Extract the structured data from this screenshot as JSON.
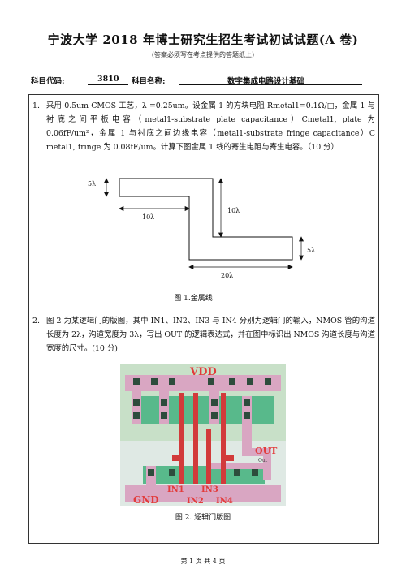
{
  "header": {
    "title_pre": "宁波大学 ",
    "title_year": "2018",
    "title_post": " 年博士研究生招生考试初试试题(A 卷)",
    "note": "(答案必须写在考点提供的答题纸上)",
    "code_label": "科目代码:",
    "code_value": "3810",
    "name_label": "科目名称:",
    "name_value": "数字集成电路设计基础"
  },
  "questions": [
    {
      "num": "1.",
      "text": "采用 0.5um CMOS 工艺，λ =0.25um。设金属 1 的方块电阻 Rmetal1=0.1Ω/□，金属 1 与衬底之间平板电容（metal1-substrate plate capacitance）Cmetal1, plate 为 0.06fF/um²，金属 1 与衬底之间边缘电容（metal1-substrate fringe capacitance）C metal1, fringe 为 0.08fF/um。计算下图金属 1 线的寄生电阻与寄生电容。（10 分）",
      "figure_caption": "图 1.金属线",
      "dims": {
        "a": "5λ",
        "b": "10λ",
        "c": "10λ",
        "d": "5λ",
        "e": "20λ"
      }
    },
    {
      "num": "2.",
      "text": "图 2 为某逻辑门的版图，其中 IN1、IN2、IN3 与 IN4 分别为逻辑门的输入，NMOS 管的沟道长度为 2λ，沟道宽度为 3λ，写出 OUT 的逻辑表达式，并在图中标识出 NMOS 沟道长度与沟道宽度的尺寸。(10 分)",
      "figure_caption": "图 2.  逻辑门版图",
      "layout_labels": {
        "vdd": "VDD",
        "gnd": "GND",
        "out": "OUT",
        "out_small": "Out",
        "in1": "IN1",
        "in2": "IN2",
        "in3": "IN3",
        "in4": "IN4"
      }
    }
  ],
  "footer": "第  1  页  共  4  页",
  "colors": {
    "poly_red": "#d23a3a",
    "metal_pink": "#d9a6c2",
    "diff_green": "#58b98b",
    "well_lightgreen": "#c8e0c8",
    "contact_dark": "#2d4c3c",
    "label_red": "#e23b3b"
  }
}
